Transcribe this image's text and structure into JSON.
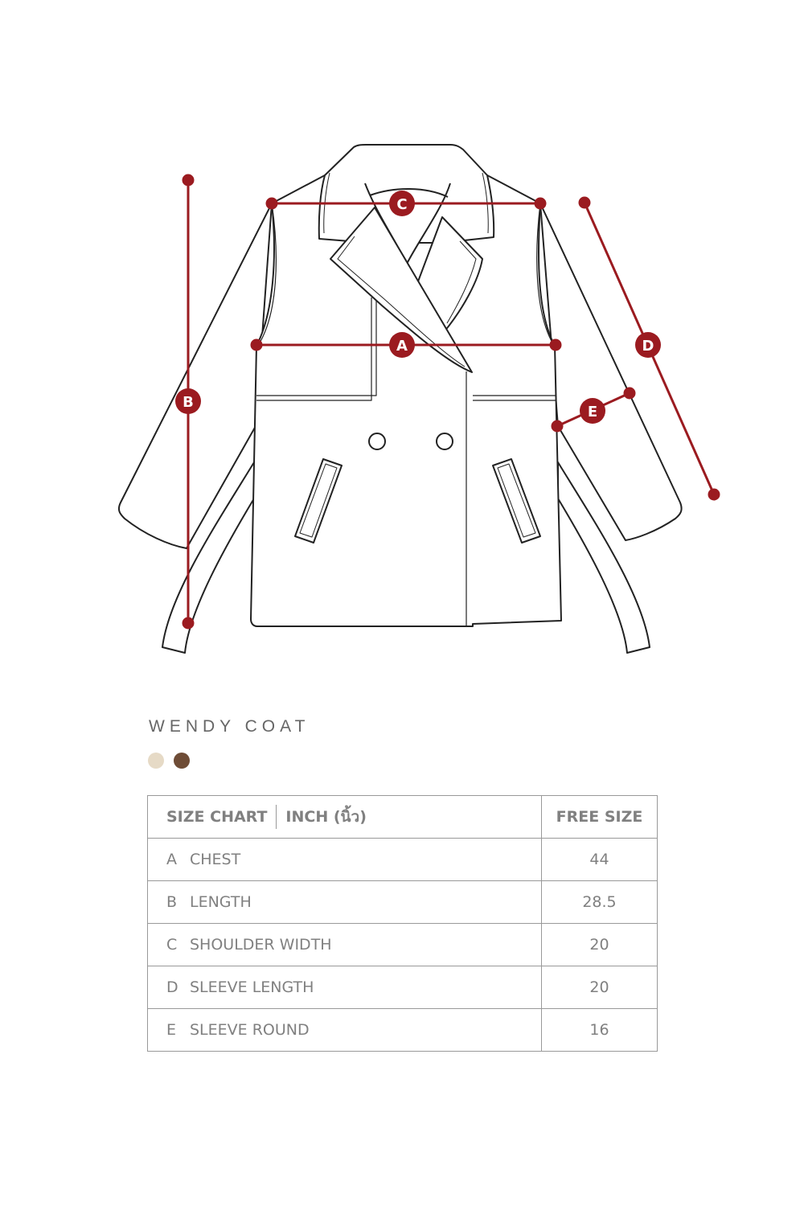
{
  "diagram": {
    "markers": [
      "A",
      "B",
      "C",
      "D",
      "E"
    ],
    "measure_color": "#9b1b20"
  },
  "product": {
    "name": "WENDY COAT",
    "colors": [
      "#e6dac6",
      "#6e4c36"
    ]
  },
  "size_chart": {
    "header_label": "SIZE CHART",
    "unit_label": "INCH (นิ้ว)",
    "size_label": "FREE SIZE",
    "rows": [
      {
        "letter": "A",
        "name": "CHEST",
        "value": "44"
      },
      {
        "letter": "B",
        "name": "LENGTH",
        "value": "28.5"
      },
      {
        "letter": "C",
        "name": "SHOULDER WIDTH",
        "value": "20"
      },
      {
        "letter": "D",
        "name": "SLEEVE LENGTH",
        "value": "20"
      },
      {
        "letter": "E",
        "name": "SLEEVE ROUND",
        "value": "16"
      }
    ]
  }
}
